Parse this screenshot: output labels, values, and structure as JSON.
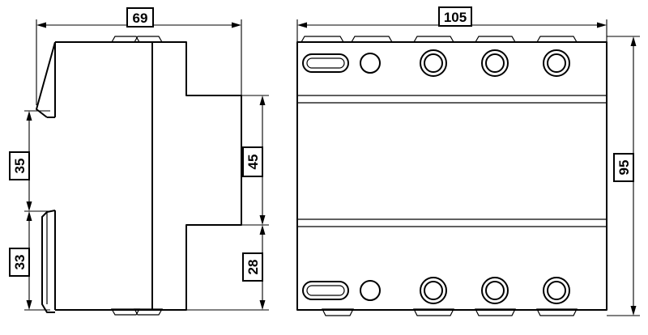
{
  "dimensions": {
    "side_width": "69",
    "front_width": "105",
    "rail_35": "35",
    "rail_33": "33",
    "front_45": "45",
    "lower_28": "28",
    "height_95": "95"
  },
  "colors": {
    "line": "#000000",
    "background": "#ffffff"
  }
}
